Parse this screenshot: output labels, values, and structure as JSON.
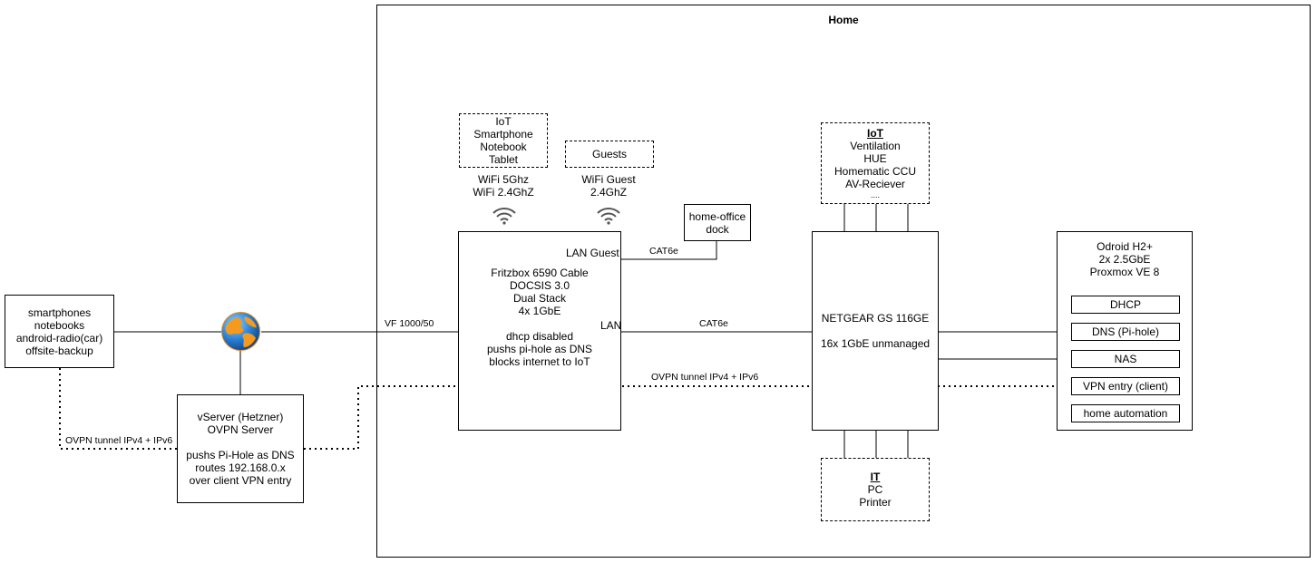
{
  "home": {
    "title": "Home"
  },
  "clients": {
    "lines": [
      "smartphones",
      "notebooks",
      "android-radio(car)",
      "offsite-backup"
    ]
  },
  "internet": {
    "icon": "globe-icon"
  },
  "vserver": {
    "lines": [
      "vServer (Hetzner)",
      "OVPN Server",
      "",
      "pushs Pi-Hole as DNS",
      "routes 192.168.0.x",
      "over client VPN entry"
    ]
  },
  "fritzbox": {
    "lines": [
      "Fritzbox 6590 Cable",
      "DOCSIS 3.0",
      "Dual Stack",
      "4x 1GbE",
      "",
      "dhcp disabled",
      "pushs pi-hole as DNS",
      "blocks internet to IoT"
    ],
    "lan_guest": "LAN Guest",
    "lan": "LAN"
  },
  "wifi_main": {
    "devices": [
      "IoT",
      "Smartphone",
      "Notebook",
      "Tablet"
    ],
    "label": [
      "WiFi 5Ghz",
      "WiFi 2.4GhZ"
    ]
  },
  "wifi_guest": {
    "devices": [
      "Guests"
    ],
    "label": [
      "WiFi Guest",
      "2.4GhZ"
    ]
  },
  "dock": {
    "lines": [
      "home-office",
      "dock"
    ]
  },
  "switch": {
    "lines": [
      "NETGEAR GS 116GE",
      "",
      "16x 1GbE unmanaged"
    ]
  },
  "iot": {
    "title": "IoT",
    "lines": [
      "Ventilation",
      "HUE",
      "Homematic CCU",
      "AV-Reciever",
      "...."
    ]
  },
  "it": {
    "title": "IT",
    "lines": [
      "PC",
      "Printer"
    ]
  },
  "odroid": {
    "lines": [
      "Odroid H2+",
      "2x 2.5GbE",
      "Proxmox VE 8"
    ],
    "services": [
      "DHCP",
      "DNS (Pi-hole)",
      "NAS",
      "VPN entry (client)",
      "home automation"
    ]
  },
  "links": {
    "vf": "VF 1000/50",
    "cat6e_guest": "CAT6e",
    "cat6e_lan": "CAT6e",
    "tunnel_left": "OVPN tunnel IPv4 + IPv6",
    "tunnel_right": "OVPN tunnel IPv4 + IPv6"
  }
}
